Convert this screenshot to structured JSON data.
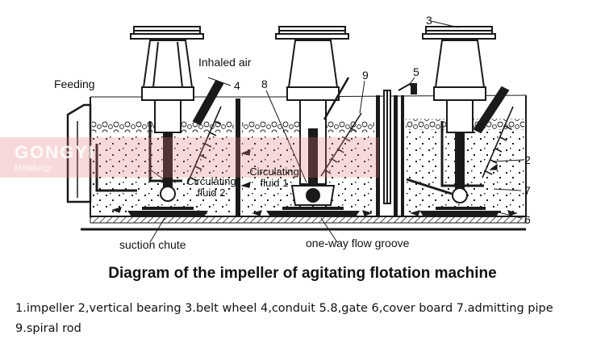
{
  "diagram": {
    "labels": {
      "feeding": "Feeding",
      "inhaled_air": "Inhaled air",
      "circulating_fluid_1": "Circulating fluid 1",
      "circulating_fluid_2": "Circulating fluid 2",
      "suction_chute": "suction chute",
      "one_way_flow_groove": "one-way flow groove",
      "n2": "2",
      "n3": "3",
      "n4": "4",
      "n5": "5",
      "n6": "6",
      "n7": "7",
      "n8": "8",
      "n9": "9"
    },
    "watermark": {
      "brand": "GONGYI",
      "sub": "Metallurgy"
    }
  },
  "caption": {
    "title": "Diagram of the impeller of agitating flotation machine",
    "legend": "1.impeller  2,vertical bearing  3.belt wheel  4,conduit  5.8,gate  6,cover board  7.admitting pipe  9.spiral rod"
  },
  "colors": {
    "line": "#1a1a1a",
    "background": "#ffffff",
    "watermark": "#e07878"
  }
}
